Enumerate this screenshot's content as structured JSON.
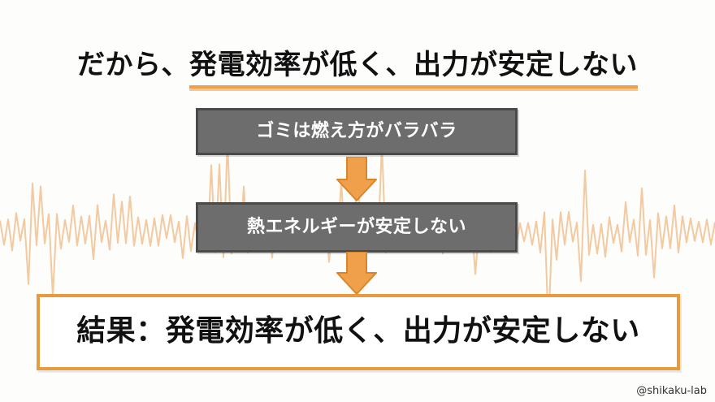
{
  "colors": {
    "accent": "#e89a3c",
    "box_fill": "#6d6d6d",
    "wave": "#f3c9a0"
  },
  "title": {
    "prefix": "だから、",
    "highlight": "発電効率が低く、出力が安定しない"
  },
  "steps": [
    {
      "label": "ゴミは燃え方がバラバラ"
    },
    {
      "label": "熱エネルギーが安定しない"
    }
  ],
  "result": {
    "label": "結果：",
    "text": "発電効率が低く、出力が安定しない"
  },
  "credit": "@shikaku-lab",
  "icons": [
    "arrow-down-icon",
    "arrow-down-icon"
  ]
}
